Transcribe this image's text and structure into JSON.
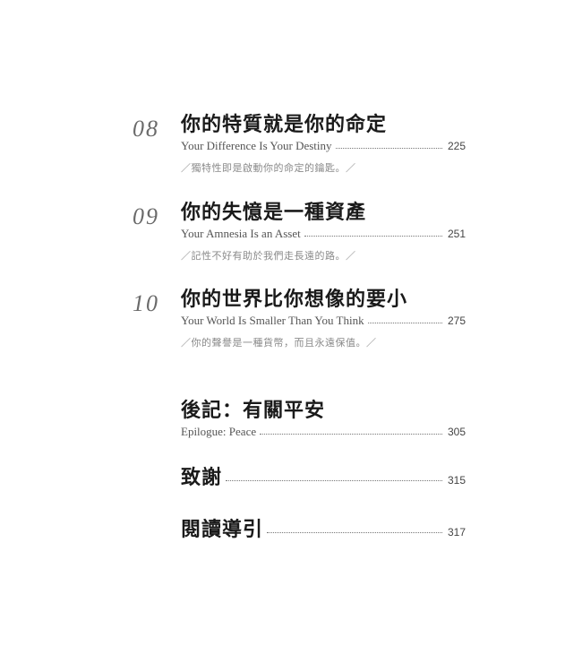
{
  "toc": {
    "chapters": [
      {
        "number": "08",
        "title_zh": "你的特質就是你的命定",
        "title_en": "Your Difference Is Your Destiny",
        "page": "225",
        "subtitle_zh": "／獨特性即是啟動你的命定的鑰匙。／"
      },
      {
        "number": "09",
        "title_zh": "你的失憶是一種資產",
        "title_en": "Your Amnesia Is an Asset",
        "page": "251",
        "subtitle_zh": "／記性不好有助於我們走長遠的路。／"
      },
      {
        "number": "10",
        "title_zh": "你的世界比你想像的要小",
        "title_en": "Your World Is Smaller Than You Think",
        "page": "275",
        "subtitle_zh": "／你的聲譽是一種貨幣，而且永遠保值。／"
      }
    ],
    "epilogue": {
      "title_zh": "後記：有關平安",
      "title_en": "Epilogue: Peace",
      "page": "305"
    },
    "acknowledgements": {
      "title_zh": "致謝",
      "page": "315"
    },
    "reading_guide": {
      "title_zh": "閱讀導引",
      "page": "317"
    }
  }
}
